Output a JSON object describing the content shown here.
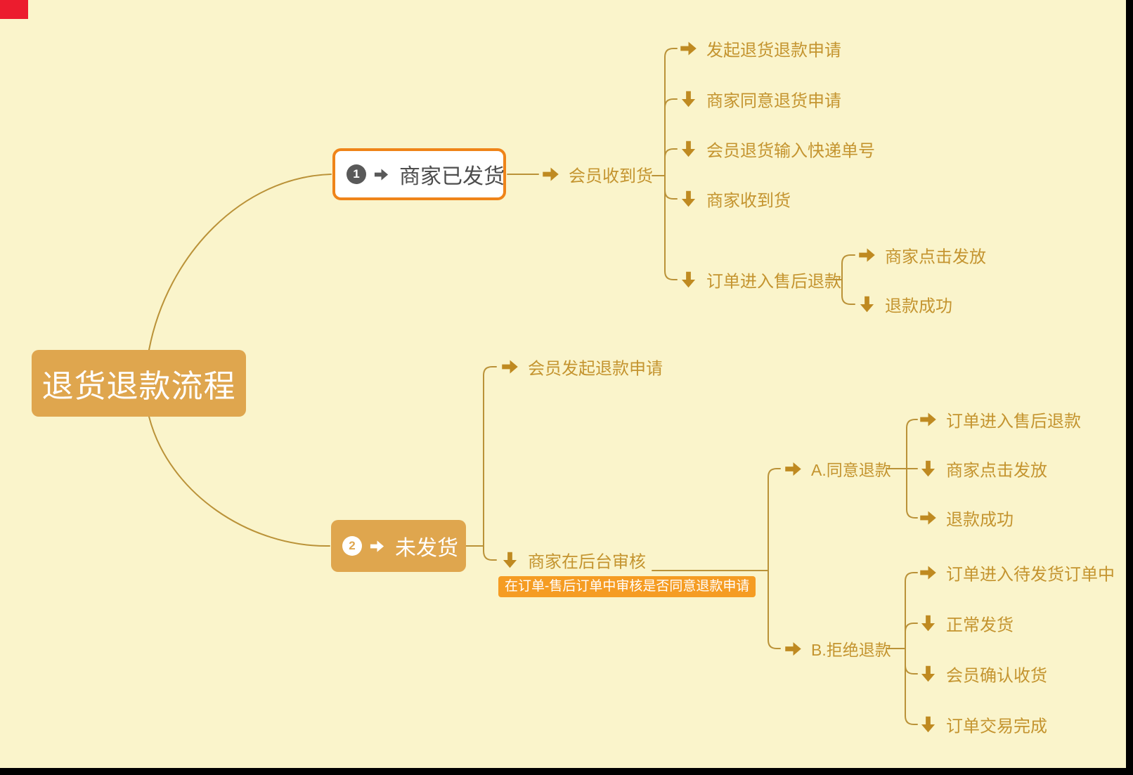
{
  "title": "退货退款流程",
  "colors": {
    "bg": "#faf4cb",
    "node-fill": "#dfa64e",
    "node1-border": "#ef8419",
    "text-gold": "#c4942f",
    "arrow-gold": "#bf8a21",
    "dark": "#595959",
    "dark-text": "#4d4d4d",
    "note-bg": "#f59c23",
    "note-text": "#ffffff",
    "line": "#ba9238",
    "bar": "#000000",
    "red": "#ec1c2e"
  },
  "root": {
    "label": "退货退款流程"
  },
  "branch1": {
    "number": "1",
    "label": "商家已发货",
    "icon": "arrow-right",
    "child": {
      "label": "会员收到货",
      "icon": "arrow-right"
    },
    "steps": [
      {
        "label": "发起退货退款申请",
        "icon": "arrow-right"
      },
      {
        "label": "商家同意退货申请",
        "icon": "arrow-down"
      },
      {
        "label": "会员退货输入快递单号",
        "icon": "arrow-down"
      },
      {
        "label": "商家收到货",
        "icon": "arrow-down"
      },
      {
        "label": "订单进入售后退款",
        "icon": "arrow-down"
      }
    ],
    "refund_steps": [
      {
        "label": "商家点击发放",
        "icon": "arrow-right"
      },
      {
        "label": "退款成功",
        "icon": "arrow-down"
      }
    ]
  },
  "branch2": {
    "number": "2",
    "label": "未发货",
    "icon": "arrow-right",
    "steps": [
      {
        "label": "会员发起退款申请",
        "icon": "arrow-right"
      },
      {
        "label": "商家在后台审核",
        "icon": "arrow-down"
      }
    ],
    "note": "在订单-售后订单中审核是否同意退款申请",
    "optionA": {
      "label": "A.同意退款",
      "icon": "arrow-right",
      "steps": [
        {
          "label": "订单进入售后退款",
          "icon": "arrow-right"
        },
        {
          "label": "商家点击发放",
          "icon": "arrow-down"
        },
        {
          "label": "退款成功",
          "icon": "arrow-down"
        }
      ]
    },
    "optionB": {
      "label": "B.拒绝退款",
      "icon": "arrow-right",
      "steps": [
        {
          "label": "订单进入待发货订单中",
          "icon": "arrow-right"
        },
        {
          "label": "正常发货",
          "icon": "arrow-down"
        },
        {
          "label": "会员确认收货",
          "icon": "arrow-down"
        },
        {
          "label": "订单交易完成",
          "icon": "arrow-down"
        }
      ]
    }
  }
}
